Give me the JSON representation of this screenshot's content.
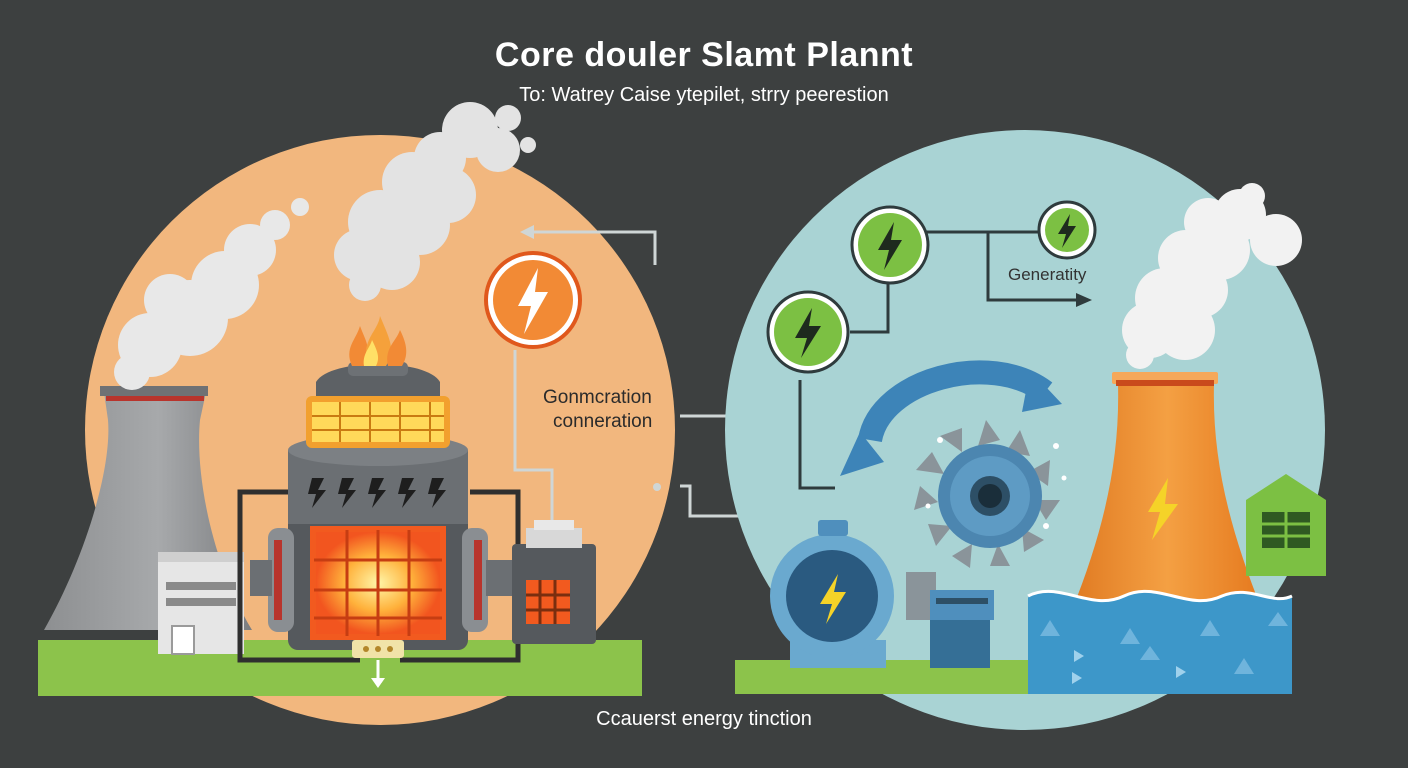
{
  "diagram": {
    "title": "Core douler Slamt Plannt",
    "subtitle": "To: Watrey Caise ytepilet, strry peerestion",
    "labels": {
      "left_label_line1": "Gonmcration",
      "left_label_line2": "conneration",
      "right_label": "Generatity"
    },
    "caption": "Ccauerst energy tinction"
  },
  "colors": {
    "background": "#3d4040",
    "left_circle": "#f2b77e",
    "right_circle": "#a9d3d4",
    "grass": "#8cc34b",
    "energy_orange": "#f28a35",
    "energy_green": "#7cc043",
    "water": "#3d97c9",
    "tower_orange": "#f28f2e",
    "reactor_core": "#f25a1f"
  },
  "icons": [
    "lightning-bolt-icon",
    "flame-icon",
    "steam-cloud-icon",
    "arrow-right-icon",
    "arrow-down-icon",
    "building-icon",
    "water-wave-icon"
  ]
}
